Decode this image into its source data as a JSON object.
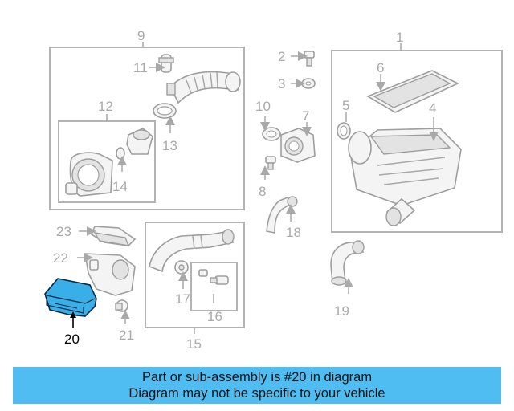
{
  "diagram": {
    "callouts": {
      "c1": "1",
      "c2": "2",
      "c3": "3",
      "c4": "4",
      "c5": "5",
      "c6": "6",
      "c7": "7",
      "c8": "8",
      "c9": "9",
      "c10": "10",
      "c11": "11",
      "c12": "12",
      "c13": "13",
      "c14": "14",
      "c15": "15",
      "c16": "16",
      "c17": "17",
      "c18": "18",
      "c19": "19",
      "c20": "20",
      "c21": "21",
      "c22": "22",
      "c23": "23"
    },
    "highlight_part": "20",
    "colors": {
      "highlight_fill": "#3aaee6",
      "line_art": "#9e9e9e",
      "callout_text": "#a9a9a9",
      "banner_bg": "#4fbdf1"
    }
  },
  "banner": {
    "line1": "Part or sub-assembly is #20 in diagram",
    "line2": "Diagram may not be specific to your vehicle"
  }
}
